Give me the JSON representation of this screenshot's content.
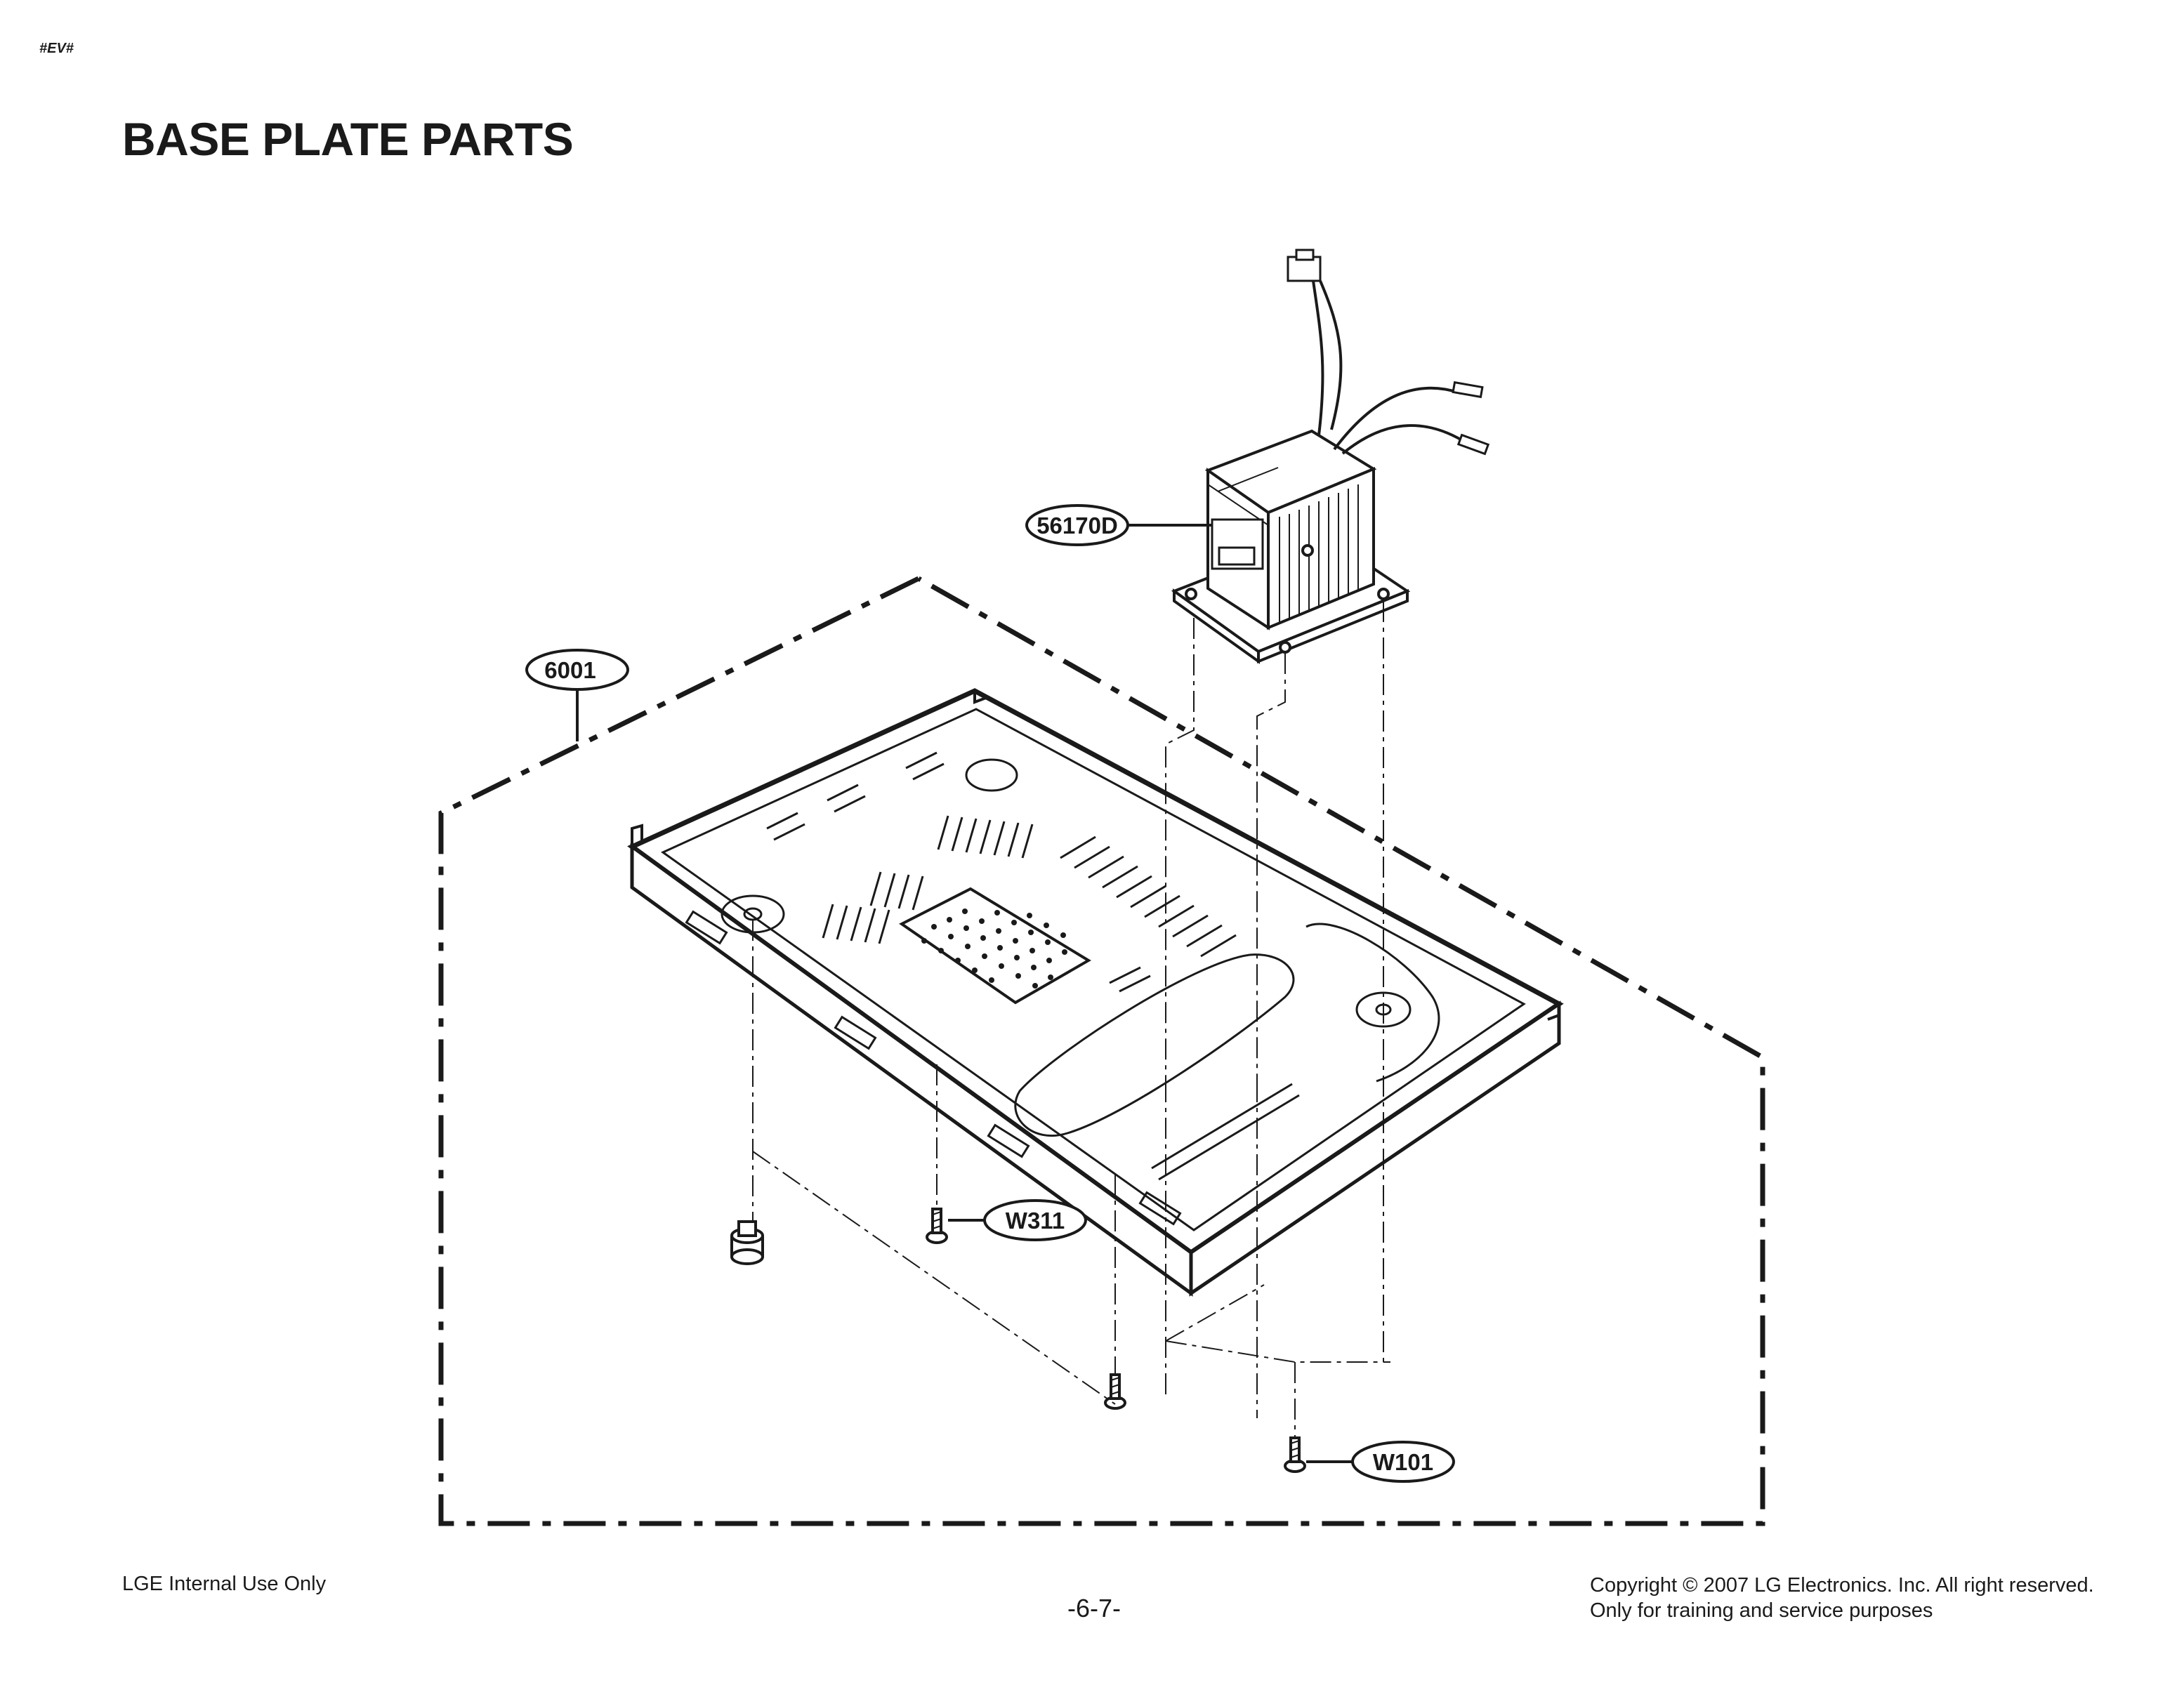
{
  "header": {
    "tag": "#EV#",
    "title": "BASE PLATE PARTS"
  },
  "callouts": [
    {
      "id": "transformer",
      "label": "56170D"
    },
    {
      "id": "base-plate",
      "label": "6001"
    },
    {
      "id": "screw-w311",
      "label": "W311"
    },
    {
      "id": "screw-w101",
      "label": "W101"
    }
  ],
  "footer": {
    "left": "LGE Internal Use Only",
    "page": "-6-7-",
    "copyright": "Copyright © 2007 LG Electronics. Inc. All right reserved.",
    "purpose": "Only for training and service purposes"
  }
}
